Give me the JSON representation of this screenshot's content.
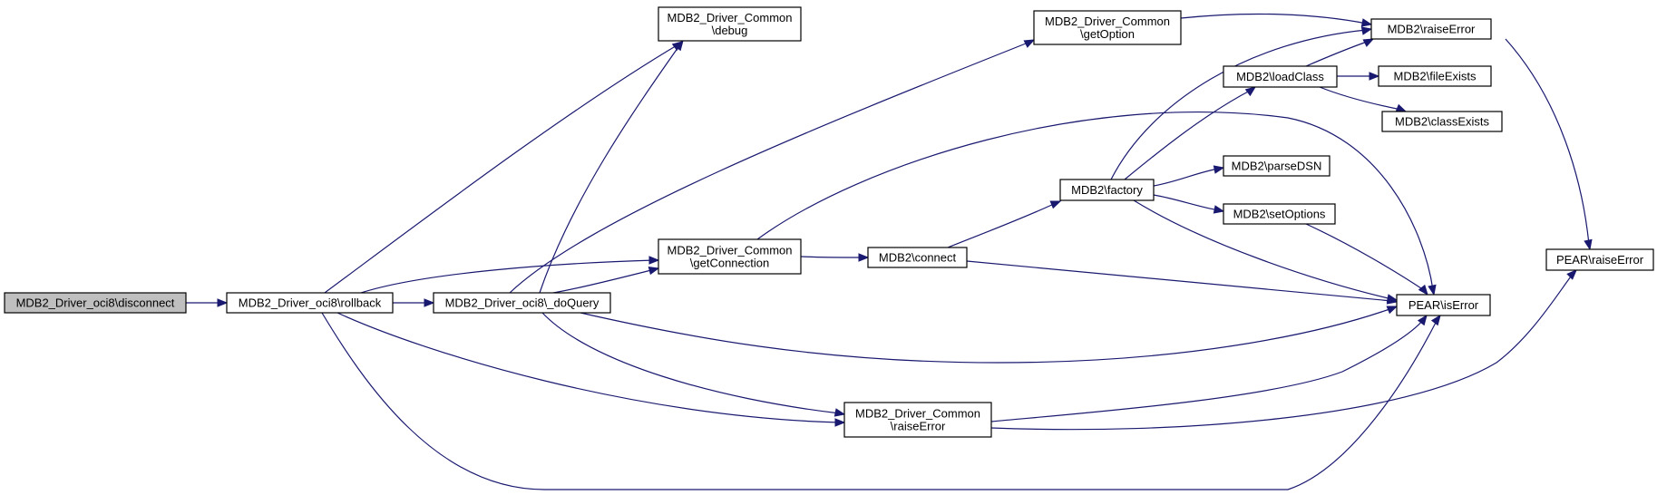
{
  "diagram": {
    "edge_color": "#191970",
    "root_fill": "#bfbfbf",
    "nodes": [
      {
        "id": "disconnect",
        "lines": [
          "MDB2_Driver_oci8\\disconnect"
        ]
      },
      {
        "id": "rollback",
        "lines": [
          "MDB2_Driver_oci8\\rollback"
        ]
      },
      {
        "id": "doquery",
        "lines": [
          "MDB2_Driver_oci8\\_doQuery"
        ]
      },
      {
        "id": "debug",
        "lines": [
          "MDB2_Driver_Common",
          "\\debug"
        ]
      },
      {
        "id": "getconnection",
        "lines": [
          "MDB2_Driver_Common",
          "\\getConnection"
        ]
      },
      {
        "id": "getoption",
        "lines": [
          "MDB2_Driver_Common",
          "\\getOption"
        ]
      },
      {
        "id": "commonraiseerror",
        "lines": [
          "MDB2_Driver_Common",
          "\\raiseError"
        ]
      },
      {
        "id": "connect",
        "lines": [
          "MDB2\\connect"
        ]
      },
      {
        "id": "factory",
        "lines": [
          "MDB2\\factory"
        ]
      },
      {
        "id": "loadclass",
        "lines": [
          "MDB2\\loadClass"
        ]
      },
      {
        "id": "parsedsn",
        "lines": [
          "MDB2\\parseDSN"
        ]
      },
      {
        "id": "setoptions",
        "lines": [
          "MDB2\\setOptions"
        ]
      },
      {
        "id": "mdb2raiseerror",
        "lines": [
          "MDB2\\raiseError"
        ]
      },
      {
        "id": "fileexists",
        "lines": [
          "MDB2\\fileExists"
        ]
      },
      {
        "id": "classexists",
        "lines": [
          "MDB2\\classExists"
        ]
      },
      {
        "id": "pearraiseerror",
        "lines": [
          "PEAR\\raiseError"
        ]
      },
      {
        "id": "peariserror",
        "lines": [
          "PEAR\\isError"
        ]
      }
    ],
    "edges": [
      {
        "from": "disconnect",
        "to": "rollback"
      },
      {
        "from": "rollback",
        "to": "doquery"
      },
      {
        "from": "rollback",
        "to": "debug"
      },
      {
        "from": "rollback",
        "to": "getconnection"
      },
      {
        "from": "rollback",
        "to": "commonraiseerror"
      },
      {
        "from": "rollback",
        "to": "peariserror"
      },
      {
        "from": "doquery",
        "to": "debug"
      },
      {
        "from": "doquery",
        "to": "getconnection"
      },
      {
        "from": "doquery",
        "to": "getoption"
      },
      {
        "from": "doquery",
        "to": "commonraiseerror"
      },
      {
        "from": "doquery",
        "to": "peariserror"
      },
      {
        "from": "getconnection",
        "to": "connect"
      },
      {
        "from": "getconnection",
        "to": "peariserror"
      },
      {
        "from": "getoption",
        "to": "mdb2raiseerror"
      },
      {
        "from": "commonraiseerror",
        "to": "peariserror"
      },
      {
        "from": "commonraiseerror",
        "to": "pearraiseerror"
      },
      {
        "from": "connect",
        "to": "factory"
      },
      {
        "from": "connect",
        "to": "peariserror"
      },
      {
        "from": "factory",
        "to": "loadclass"
      },
      {
        "from": "factory",
        "to": "parsedsn"
      },
      {
        "from": "factory",
        "to": "setoptions"
      },
      {
        "from": "factory",
        "to": "mdb2raiseerror"
      },
      {
        "from": "factory",
        "to": "peariserror"
      },
      {
        "from": "loadclass",
        "to": "mdb2raiseerror"
      },
      {
        "from": "loadclass",
        "to": "fileexists"
      },
      {
        "from": "loadclass",
        "to": "classexists"
      },
      {
        "from": "setoptions",
        "to": "peariserror"
      },
      {
        "from": "mdb2raiseerror",
        "to": "pearraiseerror"
      }
    ]
  }
}
